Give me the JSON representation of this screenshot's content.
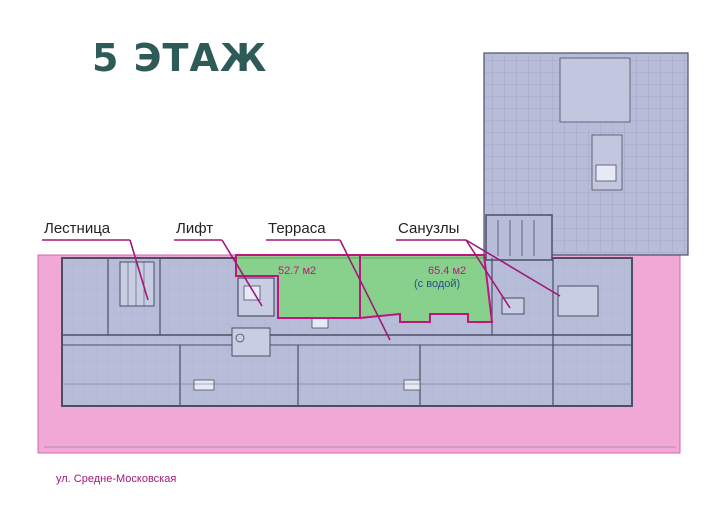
{
  "title": "5 ЭТАЖ",
  "callouts": {
    "stairs": "Лестница",
    "lift": "Лифт",
    "terrace": "Терраса",
    "bathrooms": "Санузлы"
  },
  "areas": {
    "terrace_left": "52.7 м2",
    "terrace_right": "65.4 м2",
    "terrace_right_note": "(с водой)"
  },
  "street": "ул. Средне-Московская",
  "colors": {
    "title": "#2e5b58",
    "accent": "#c0157e",
    "terrace_fill": "#7bd67a",
    "pink_zone": "#f2a8d6",
    "plan_fill": "#b7bdd8",
    "wall": "#4b4f66"
  }
}
